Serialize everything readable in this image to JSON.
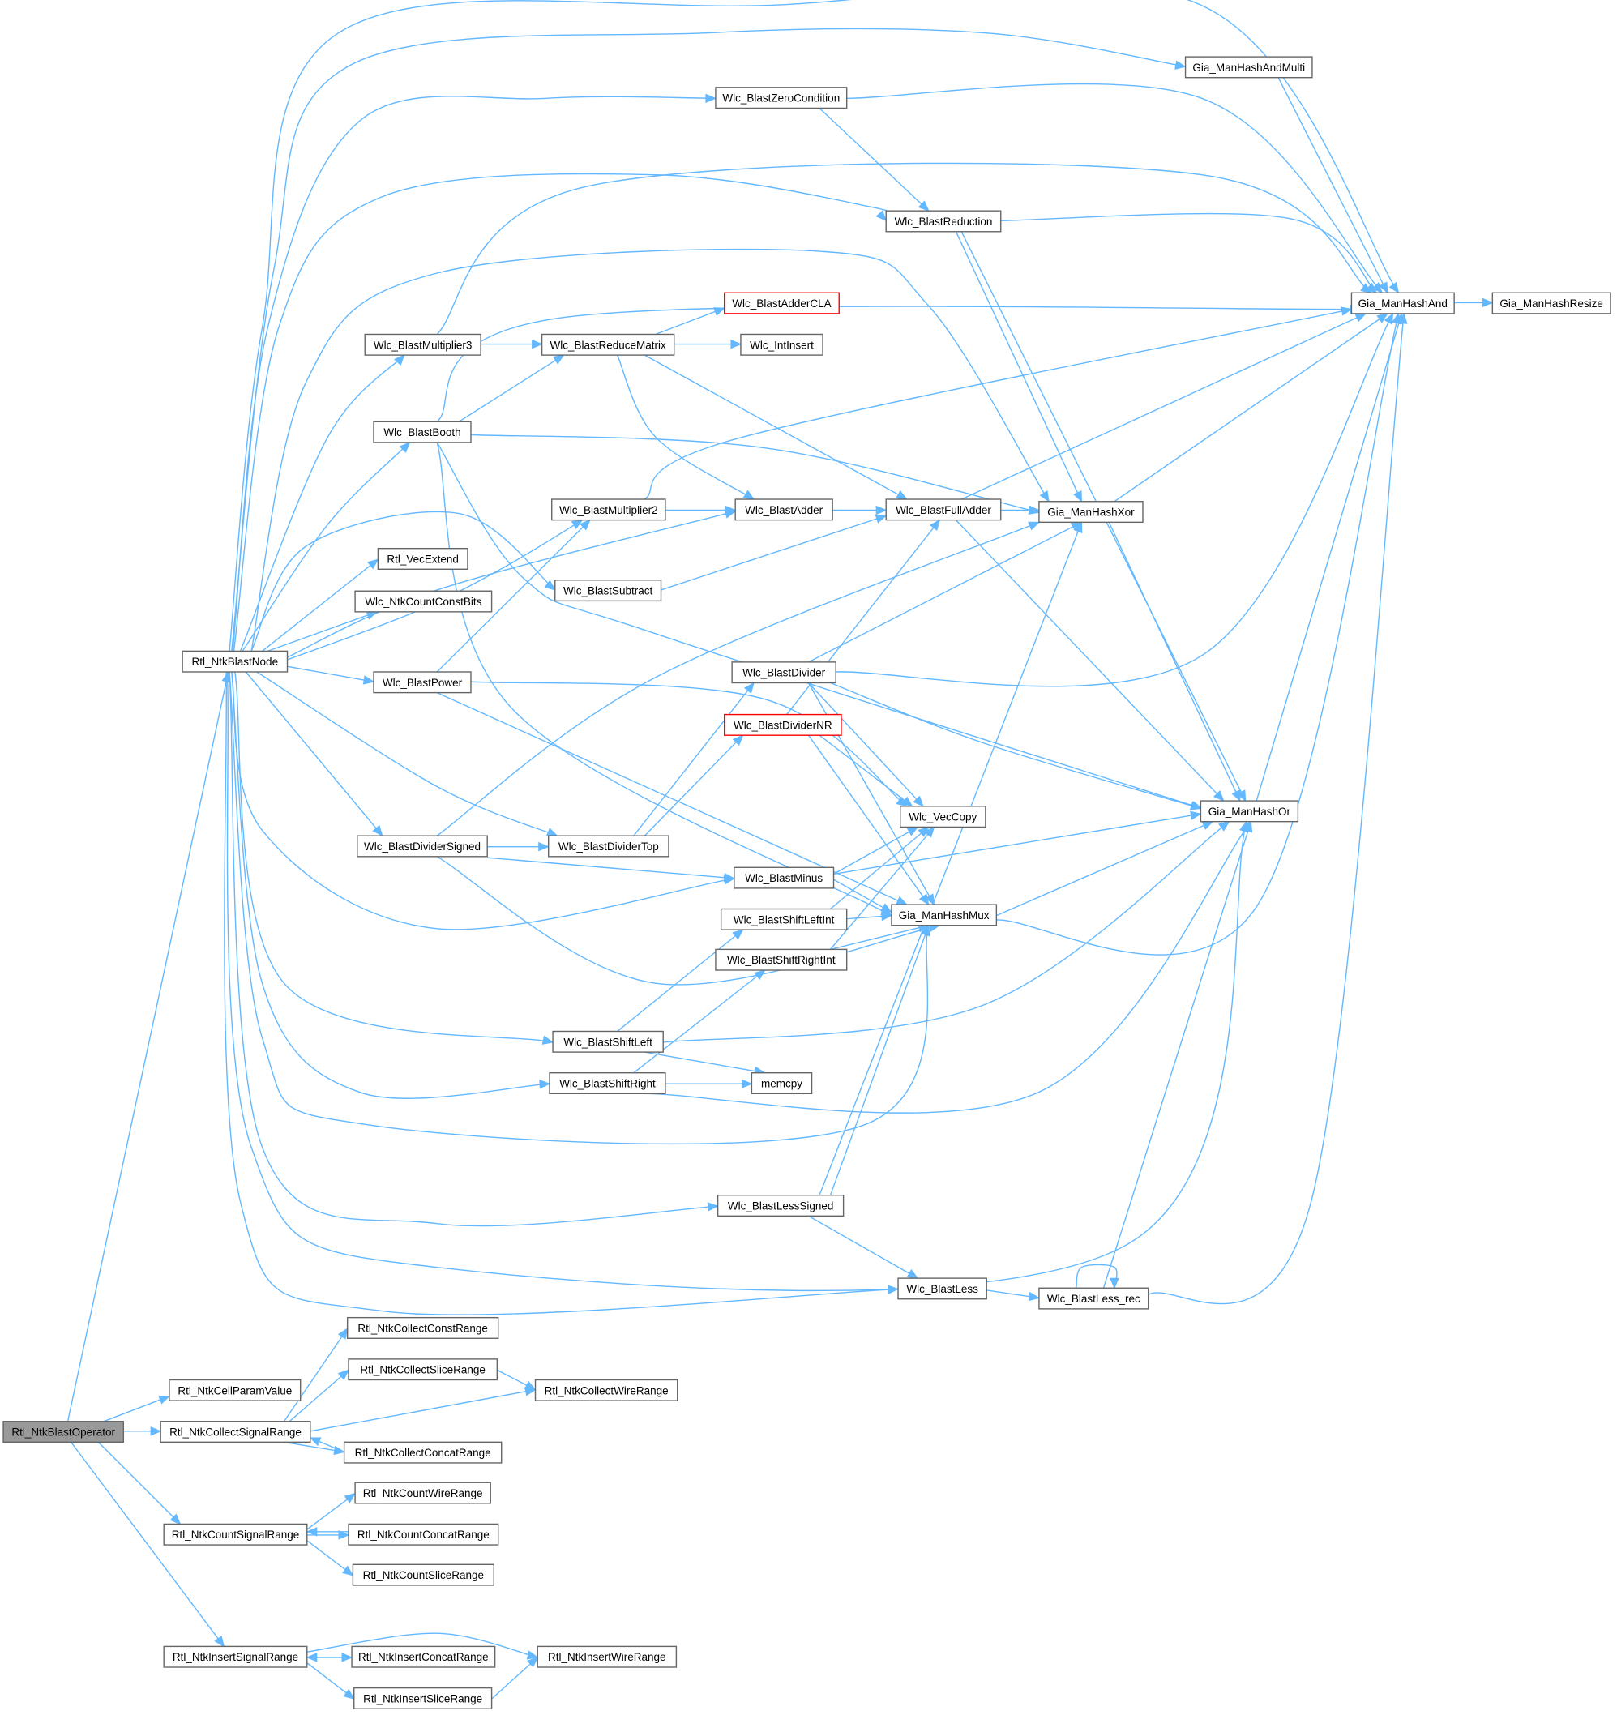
{
  "colors": {
    "edge": "#63b8ff",
    "node_border": "#666666",
    "node_fill": "#ffffff",
    "highlight_fill": "#999999",
    "highlight_border": "#666666",
    "truncated_border": "#ff0000",
    "text": "#000000"
  },
  "nodes": [
    {
      "id": "op",
      "label": "Rtl_NtkBlastOperator",
      "style": "highlight"
    },
    {
      "id": "blastnode",
      "label": "Rtl_NtkBlastNode"
    },
    {
      "id": "cellparam",
      "label": "Rtl_NtkCellParamValue"
    },
    {
      "id": "collectsig",
      "label": "Rtl_NtkCollectSignalRange"
    },
    {
      "id": "countsig",
      "label": "Rtl_NtkCountSignalRange"
    },
    {
      "id": "insertsig",
      "label": "Rtl_NtkInsertSignalRange"
    },
    {
      "id": "hashand",
      "label": "Gia_ManHashAnd"
    },
    {
      "id": "hashandmulti",
      "label": "Gia_ManHashAndMulti"
    },
    {
      "id": "zerocond",
      "label": "Wlc_BlastZeroCondition"
    },
    {
      "id": "reduction",
      "label": "Wlc_BlastReduction"
    },
    {
      "id": "hashresize",
      "label": "Gia_ManHashResize"
    },
    {
      "id": "addercla",
      "label": "Wlc_BlastAdderCLA",
      "style": "truncated"
    },
    {
      "id": "mult3",
      "label": "Wlc_BlastMultiplier3"
    },
    {
      "id": "reducematrix",
      "label": "Wlc_BlastReduceMatrix"
    },
    {
      "id": "intinsert",
      "label": "Wlc_IntInsert"
    },
    {
      "id": "booth",
      "label": "Wlc_BlastBooth"
    },
    {
      "id": "mult2",
      "label": "Wlc_BlastMultiplier2"
    },
    {
      "id": "adder",
      "label": "Wlc_BlastAdder"
    },
    {
      "id": "fulladder",
      "label": "Wlc_BlastFullAdder"
    },
    {
      "id": "hashxor",
      "label": "Gia_ManHashXor"
    },
    {
      "id": "vecextend",
      "label": "Rtl_VecExtend"
    },
    {
      "id": "subtract",
      "label": "Wlc_BlastSubtract"
    },
    {
      "id": "countconst",
      "label": "Wlc_NtkCountConstBits"
    },
    {
      "id": "power",
      "label": "Wlc_BlastPower"
    },
    {
      "id": "divider",
      "label": "Wlc_BlastDivider"
    },
    {
      "id": "dividernr",
      "label": "Wlc_BlastDividerNR",
      "style": "truncated"
    },
    {
      "id": "hashor",
      "label": "Gia_ManHashOr"
    },
    {
      "id": "veccopy",
      "label": "Wlc_VecCopy"
    },
    {
      "id": "dividersigned",
      "label": "Wlc_BlastDividerSigned"
    },
    {
      "id": "dividertop",
      "label": "Wlc_BlastDividerTop"
    },
    {
      "id": "minus",
      "label": "Wlc_BlastMinus"
    },
    {
      "id": "shiftleftint",
      "label": "Wlc_BlastShiftLeftInt"
    },
    {
      "id": "hashmux",
      "label": "Gia_ManHashMux"
    },
    {
      "id": "shiftrightint",
      "label": "Wlc_BlastShiftRightInt"
    },
    {
      "id": "shiftleft",
      "label": "Wlc_BlastShiftLeft"
    },
    {
      "id": "shiftright",
      "label": "Wlc_BlastShiftRight"
    },
    {
      "id": "memcpy",
      "label": "memcpy"
    },
    {
      "id": "lesssigned",
      "label": "Wlc_BlastLessSigned"
    },
    {
      "id": "less",
      "label": "Wlc_BlastLess"
    },
    {
      "id": "lessrec",
      "label": "Wlc_BlastLess_rec"
    },
    {
      "id": "collectconst",
      "label": "Rtl_NtkCollectConstRange"
    },
    {
      "id": "collectslice",
      "label": "Rtl_NtkCollectSliceRange"
    },
    {
      "id": "collectwire",
      "label": "Rtl_NtkCollectWireRange"
    },
    {
      "id": "collectconcat",
      "label": "Rtl_NtkCollectConcatRange"
    },
    {
      "id": "countwire",
      "label": "Rtl_NtkCountWireRange"
    },
    {
      "id": "countconcat",
      "label": "Rtl_NtkCountConcatRange"
    },
    {
      "id": "countslice",
      "label": "Rtl_NtkCountSliceRange"
    },
    {
      "id": "insertconcat",
      "label": "Rtl_NtkInsertConcatRange"
    },
    {
      "id": "insertwire",
      "label": "Rtl_NtkInsertWireRange"
    },
    {
      "id": "insertslice",
      "label": "Rtl_NtkInsertSliceRange"
    }
  ],
  "edges": [
    [
      "op",
      "blastnode"
    ],
    [
      "op",
      "cellparam"
    ],
    [
      "op",
      "collectsig"
    ],
    [
      "op",
      "countsig"
    ],
    [
      "op",
      "insertsig"
    ],
    [
      "blastnode",
      "hashand"
    ],
    [
      "blastnode",
      "hashandmulti"
    ],
    [
      "blastnode",
      "zerocond"
    ],
    [
      "blastnode",
      "reduction"
    ],
    [
      "blastnode",
      "mult3"
    ],
    [
      "blastnode",
      "booth"
    ],
    [
      "blastnode",
      "hashxor"
    ],
    [
      "blastnode",
      "mult2"
    ],
    [
      "blastnode",
      "adder"
    ],
    [
      "blastnode",
      "subtract"
    ],
    [
      "blastnode",
      "vecextend"
    ],
    [
      "blastnode",
      "countconst"
    ],
    [
      "blastnode",
      "power"
    ],
    [
      "blastnode",
      "dividersigned"
    ],
    [
      "blastnode",
      "dividertop"
    ],
    [
      "blastnode",
      "minus"
    ],
    [
      "blastnode",
      "shiftleft"
    ],
    [
      "blastnode",
      "shiftright"
    ],
    [
      "blastnode",
      "hashmux"
    ],
    [
      "blastnode",
      "lesssigned"
    ],
    [
      "blastnode",
      "hashor"
    ],
    [
      "blastnode",
      "less"
    ],
    [
      "hashandmulti",
      "hashand"
    ],
    [
      "zerocond",
      "hashand"
    ],
    [
      "zerocond",
      "reduction"
    ],
    [
      "reduction",
      "hashand"
    ],
    [
      "reduction",
      "hashxor"
    ],
    [
      "reduction",
      "hashor"
    ],
    [
      "hashand",
      "hashresize"
    ],
    [
      "mult3",
      "hashand"
    ],
    [
      "mult3",
      "reducematrix"
    ],
    [
      "reducematrix",
      "addercla"
    ],
    [
      "reducematrix",
      "intinsert"
    ],
    [
      "reducematrix",
      "adder"
    ],
    [
      "reducematrix",
      "fulladder"
    ],
    [
      "booth",
      "reducematrix"
    ],
    [
      "booth",
      "hashand"
    ],
    [
      "booth",
      "hashxor"
    ],
    [
      "booth",
      "hashor"
    ],
    [
      "booth",
      "hashmux"
    ],
    [
      "mult2",
      "hashand"
    ],
    [
      "mult2",
      "adder"
    ],
    [
      "adder",
      "fulladder"
    ],
    [
      "subtract",
      "fulladder"
    ],
    [
      "fulladder",
      "hashxor"
    ],
    [
      "fulladder",
      "hashand"
    ],
    [
      "fulladder",
      "hashor"
    ],
    [
      "hashxor",
      "hashand"
    ],
    [
      "hashxor",
      "hashor"
    ],
    [
      "power",
      "mult2"
    ],
    [
      "power",
      "veccopy"
    ],
    [
      "power",
      "hashmux"
    ],
    [
      "divider",
      "hashxor"
    ],
    [
      "divider",
      "hashand"
    ],
    [
      "divider",
      "veccopy"
    ],
    [
      "divider",
      "hashor"
    ],
    [
      "divider",
      "hashmux"
    ],
    [
      "dividernr",
      "fulladder"
    ],
    [
      "dividernr",
      "veccopy"
    ],
    [
      "dividernr",
      "hashmux"
    ],
    [
      "dividersigned",
      "hashxor"
    ],
    [
      "dividersigned",
      "dividertop"
    ],
    [
      "dividersigned",
      "minus"
    ],
    [
      "dividersigned",
      "hashmux"
    ],
    [
      "dividertop",
      "divider"
    ],
    [
      "dividertop",
      "dividernr"
    ],
    [
      "minus",
      "veccopy"
    ],
    [
      "minus",
      "hashor"
    ],
    [
      "minus",
      "hashmux"
    ],
    [
      "shiftleftint",
      "veccopy"
    ],
    [
      "shiftleftint",
      "hashmux"
    ],
    [
      "shiftrightint",
      "veccopy"
    ],
    [
      "shiftrightint",
      "hashmux"
    ],
    [
      "hashmux",
      "hashor"
    ],
    [
      "hashmux",
      "hashand"
    ],
    [
      "hashor",
      "hashand"
    ],
    [
      "shiftleft",
      "shiftleftint"
    ],
    [
      "shiftleft",
      "memcpy"
    ],
    [
      "shiftleft",
      "hashor"
    ],
    [
      "shiftright",
      "shiftrightint"
    ],
    [
      "shiftright",
      "memcpy"
    ],
    [
      "shiftright",
      "hashor"
    ],
    [
      "lesssigned",
      "hashmux"
    ],
    [
      "lesssigned",
      "hashxor"
    ],
    [
      "lesssigned",
      "less"
    ],
    [
      "less",
      "lessrec"
    ],
    [
      "lessrec",
      "lessrec"
    ],
    [
      "lessrec",
      "hashor"
    ],
    [
      "lessrec",
      "hashand"
    ],
    [
      "collectsig",
      "collectconst"
    ],
    [
      "collectsig",
      "collectslice"
    ],
    [
      "collectsig",
      "collectwire"
    ],
    [
      "collectsig",
      "collectconcat"
    ],
    [
      "collectslice",
      "collectwire"
    ],
    [
      "collectconcat",
      "collectsig"
    ],
    [
      "countsig",
      "countwire"
    ],
    [
      "countsig",
      "countconcat"
    ],
    [
      "countsig",
      "countslice"
    ],
    [
      "countconcat",
      "countsig"
    ],
    [
      "insertsig",
      "insertconcat"
    ],
    [
      "insertsig",
      "insertwire"
    ],
    [
      "insertsig",
      "insertslice"
    ],
    [
      "insertconcat",
      "insertsig"
    ],
    [
      "insertslice",
      "insertwire"
    ]
  ]
}
